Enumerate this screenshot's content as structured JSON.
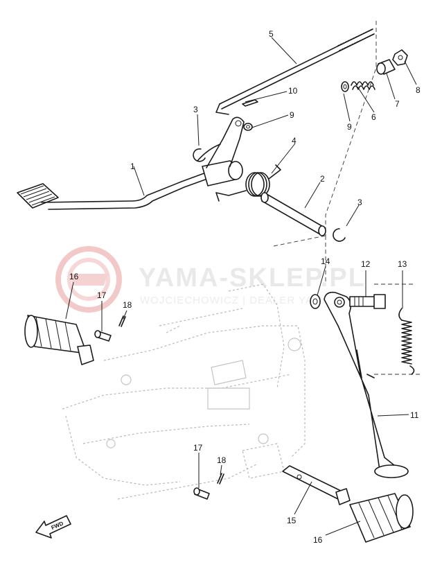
{
  "watermark": {
    "brand": "YAMA-SKLEP.PL",
    "subtitle": "WOJCIECHOWICZ | DEALER YAMAHA"
  },
  "fwd_label": "FWD",
  "callouts": [
    {
      "id": "c1",
      "label": "1"
    },
    {
      "id": "c2",
      "label": "2"
    },
    {
      "id": "c3a",
      "label": "3"
    },
    {
      "id": "c3b",
      "label": "3"
    },
    {
      "id": "c4",
      "label": "4"
    },
    {
      "id": "c5",
      "label": "5"
    },
    {
      "id": "c6",
      "label": "6"
    },
    {
      "id": "c7",
      "label": "7"
    },
    {
      "id": "c8",
      "label": "8"
    },
    {
      "id": "c9a",
      "label": "9"
    },
    {
      "id": "c9b",
      "label": "9"
    },
    {
      "id": "c10",
      "label": "10"
    },
    {
      "id": "c11",
      "label": "11"
    },
    {
      "id": "c12",
      "label": "12"
    },
    {
      "id": "c13",
      "label": "13"
    },
    {
      "id": "c14",
      "label": "14"
    },
    {
      "id": "c15",
      "label": "15"
    },
    {
      "id": "c16a",
      "label": "16"
    },
    {
      "id": "c16b",
      "label": "16"
    },
    {
      "id": "c17a",
      "label": "17"
    },
    {
      "id": "c17b",
      "label": "17"
    },
    {
      "id": "c18a",
      "label": "18"
    },
    {
      "id": "c18b",
      "label": "18"
    }
  ]
}
